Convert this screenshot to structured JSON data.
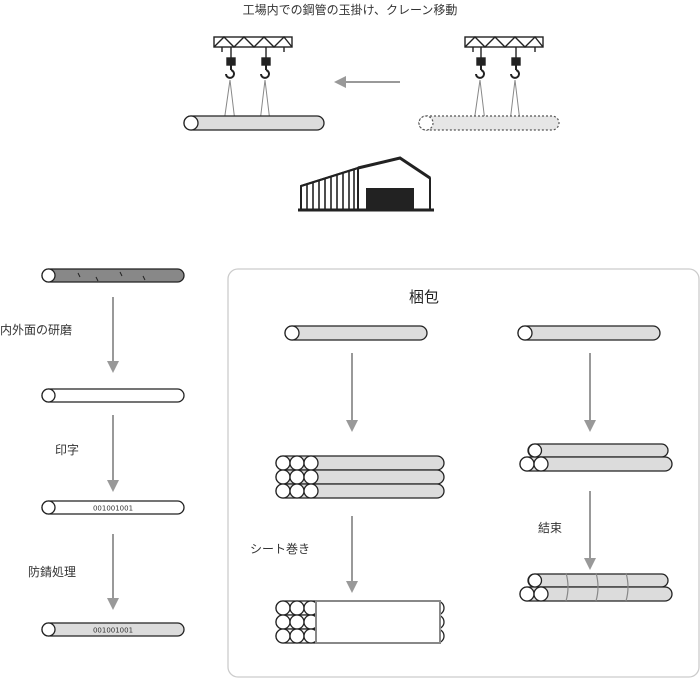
{
  "diagram": {
    "title": "工場内での鋼管の玉掛け、クレーン移動",
    "steps": {
      "polish": "内外面の研磨",
      "print": "印字",
      "rust": "防錆処理"
    },
    "packing": {
      "title": "梱包",
      "sheet_wrap": "シート巻き",
      "bundle": "結束"
    },
    "marking_code": "001001001",
    "colors": {
      "pipe_fill": "#dcdcdc",
      "pipe_dark": "#888888",
      "stroke": "#222222",
      "arrow": "#999999",
      "frame": "#cccccc"
    }
  }
}
